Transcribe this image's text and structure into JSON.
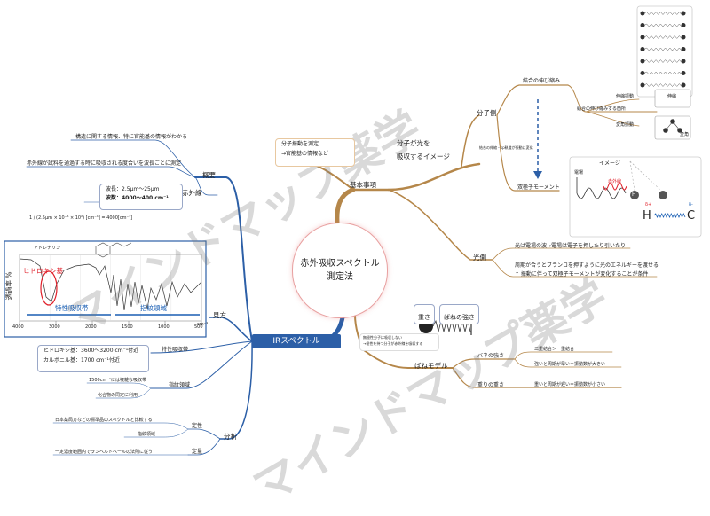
{
  "center": {
    "line1": "赤外吸収スペクトル",
    "line2": "測定法"
  },
  "ir_branch": {
    "label": "IRスペクトル"
  },
  "overview": {
    "label": "概要",
    "item1": "構造に関する情報、特に官能基の情報がわかる",
    "item2": "赤外線が試料を通過する時に吸収される度合いを波長ごとに測定",
    "ir_label": "赤外線",
    "wavelength": "波長：2.5μm～25μm",
    "wavenumber": "波数：4000～400 cm⁻¹",
    "formula": "1 / (2.5μm × 10⁻⁶ × 10²) [cm⁻¹] = 4000[cm⁻¹]"
  },
  "reading": {
    "label": "見方",
    "spectrum_title": "アドレナリン",
    "hydroxy_label": "ヒドロキシ基",
    "ylabel": "透過率 %",
    "char_band": "特性吸収帯",
    "fingerprint": "指紋領域",
    "x_unit": "cm⁻¹",
    "x_ticks": [
      "4000",
      "3000",
      "2000",
      "1500",
      "1000",
      "500"
    ],
    "char_band_branch": "特性吸収帯",
    "char_band_values": [
      "ヒドロキシ基：3600～3200 cm⁻¹付近",
      "カルボニル基：1700 cm⁻¹付近"
    ],
    "fp_branch": "指紋領域",
    "fp_item1": "1500cm⁻¹には複雑な吸収帯",
    "fp_item2": "化合物の同定に利用"
  },
  "analysis": {
    "label": "分析",
    "qual_label": "定性",
    "qual_item1": "日本薬局方などの標準品のスペクトルと比較する",
    "qual_item2": "指紋領域",
    "quant_label": "定量",
    "quant_item1": "一定濃度範囲内でランベルトベールの法則に従う"
  },
  "basics": {
    "label": "基本事項",
    "note_line1": "分子振動を測定",
    "note_line2": "→官能基の情報など",
    "molecule_branch_line1": "分子が光を",
    "molecule_branch_line2": "吸収するイメージ",
    "molecule_side": "分子側",
    "bond_stretch": "結合の伸び縮み",
    "bond_stretch_where": "結合の伸び縮みする箇所",
    "stretch_vib": "伸縮振動",
    "stretch_box": "伸縮",
    "bend_vib": "変角振動",
    "bend_box": "変角",
    "arrow_note": "結合の伸縮・sp軌道が振動に変化",
    "dipole": "双極子モーメント",
    "image_title": "イメージ",
    "e_field": "電場",
    "ir_wave": "赤外線",
    "h_atom": "H",
    "c_atom": "C",
    "delta_plus": "δ+",
    "delta_minus": "δ-",
    "light_side": "光側",
    "light_item1": "光は電場の波→電場は電子を押したり引いたり",
    "light_item2a": "周期が合うとブランコを押すように光のエネルギーを渡せる",
    "light_item2b": "↑ 振動に伴って双極子モーメントが変化することが条件",
    "spring_model": "ばねモデル",
    "weight": "重さ",
    "spring_strength": "ばねの強さ",
    "spring_strength_branch": "バネの強さ",
    "double_bond": "二重結合＞一重結合",
    "strong_fast": "強いと周期が早い＝振動数が大きい",
    "weight_branch": "重りの重さ",
    "heavy_slow": "重いと周期が遅い＝振動数が小さい",
    "small_note_line1": "無極性分子は吸収しない",
    "small_note_line2": "→極性を持つ分子が赤外線を吸収する"
  },
  "watermark": "マインドマップ薬学",
  "colors": {
    "branch": "#b5874a",
    "ir_node": "#2c5fa7",
    "blue": "#1a5fb4",
    "red": "#e0202a"
  }
}
